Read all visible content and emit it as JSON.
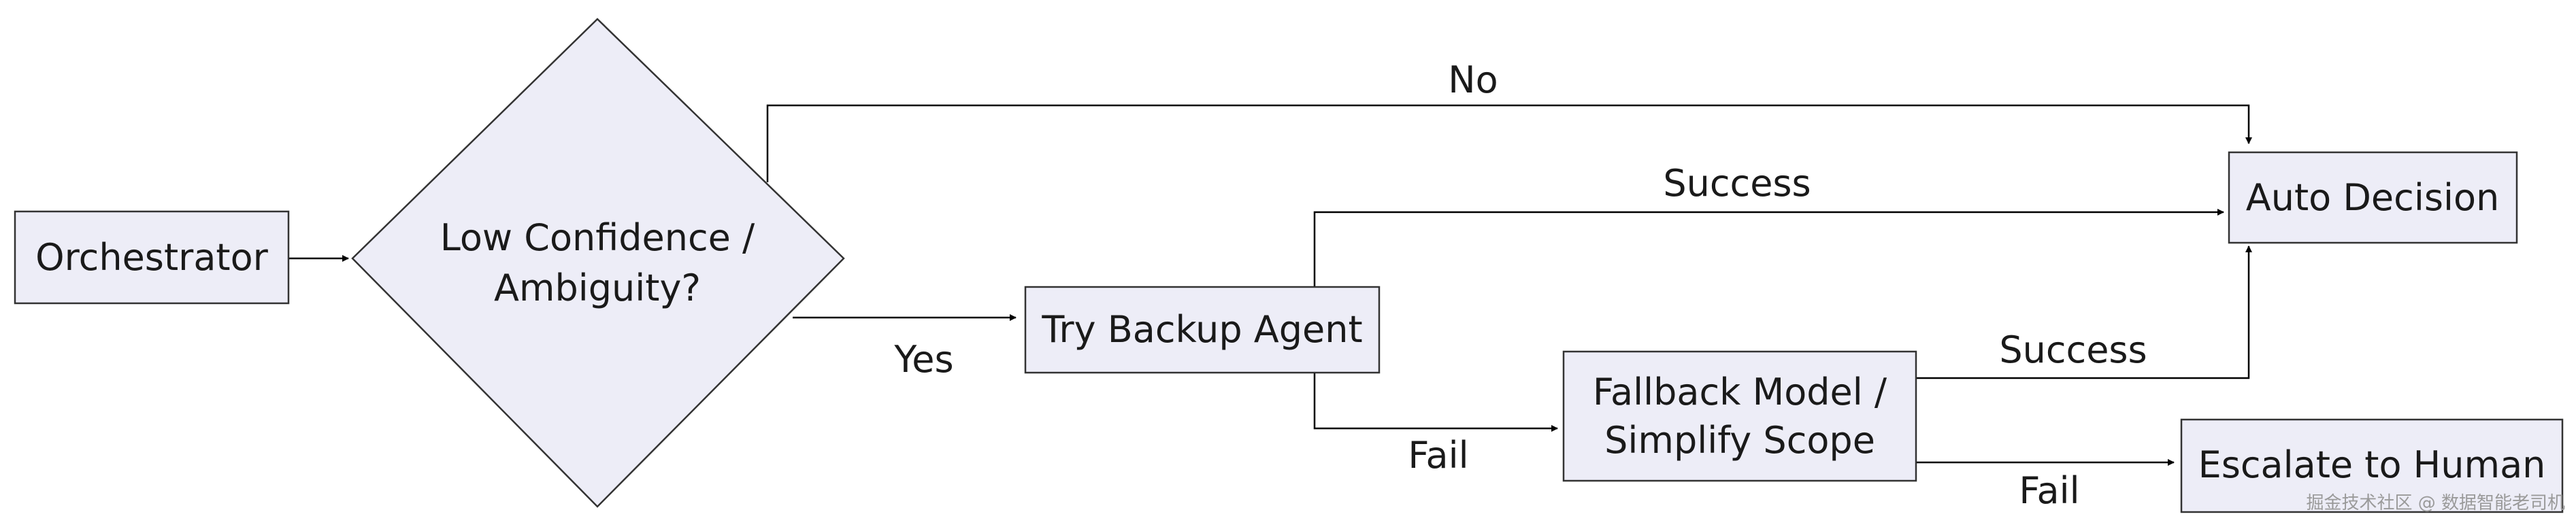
{
  "nodes": {
    "orchestrator": {
      "label": "Orchestrator"
    },
    "decision": {
      "line1": "Low Confidence /",
      "line2": "Ambiguity?"
    },
    "backup": {
      "label": "Try Backup Agent"
    },
    "fallback": {
      "line1": "Fallback Model /",
      "line2": "Simplify Scope"
    },
    "auto": {
      "label": "Auto Decision"
    },
    "escalate": {
      "label": "Escalate to Human"
    }
  },
  "edges": {
    "no": "No",
    "yes": "Yes",
    "success_backup": "Success",
    "fail_backup": "Fail",
    "success_fallback": "Success",
    "fail_fallback": "Fail"
  },
  "watermark": "掘金技术社区 @ 数据智能老司机",
  "colors": {
    "node_fill": "#ededf7",
    "node_stroke": "#333333",
    "edge": "#000000"
  }
}
